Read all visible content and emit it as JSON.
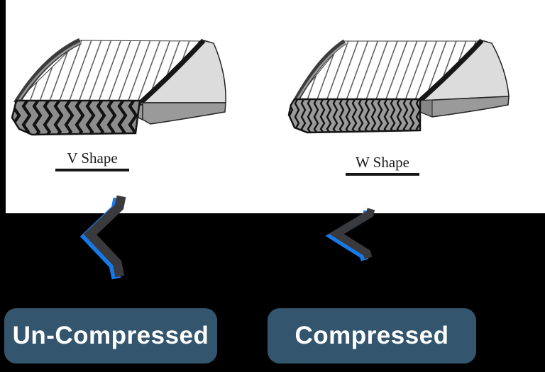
{
  "diagram": {
    "shapes": [
      {
        "label": "V Shape",
        "icon": "spiral-wound-gasket-v-windings"
      },
      {
        "label": "W Shape",
        "icon": "spiral-wound-gasket-w-windings"
      }
    ]
  },
  "arrows": [
    {
      "icon": "chevron-left",
      "for": "Un-Compressed"
    },
    {
      "icon": "chevron-left",
      "for": "Compressed"
    }
  ],
  "badges": [
    {
      "label": "Un-Compressed"
    },
    {
      "label": "Compressed"
    }
  ],
  "colors": {
    "background": "#000000",
    "panel": "#ffffff",
    "badge_fill": "#33566e",
    "badge_text": "#ffffff",
    "chevron_blue": "#1779e8",
    "chevron_gray": "#3a3a3c",
    "label_text": "#1a1a1a"
  }
}
